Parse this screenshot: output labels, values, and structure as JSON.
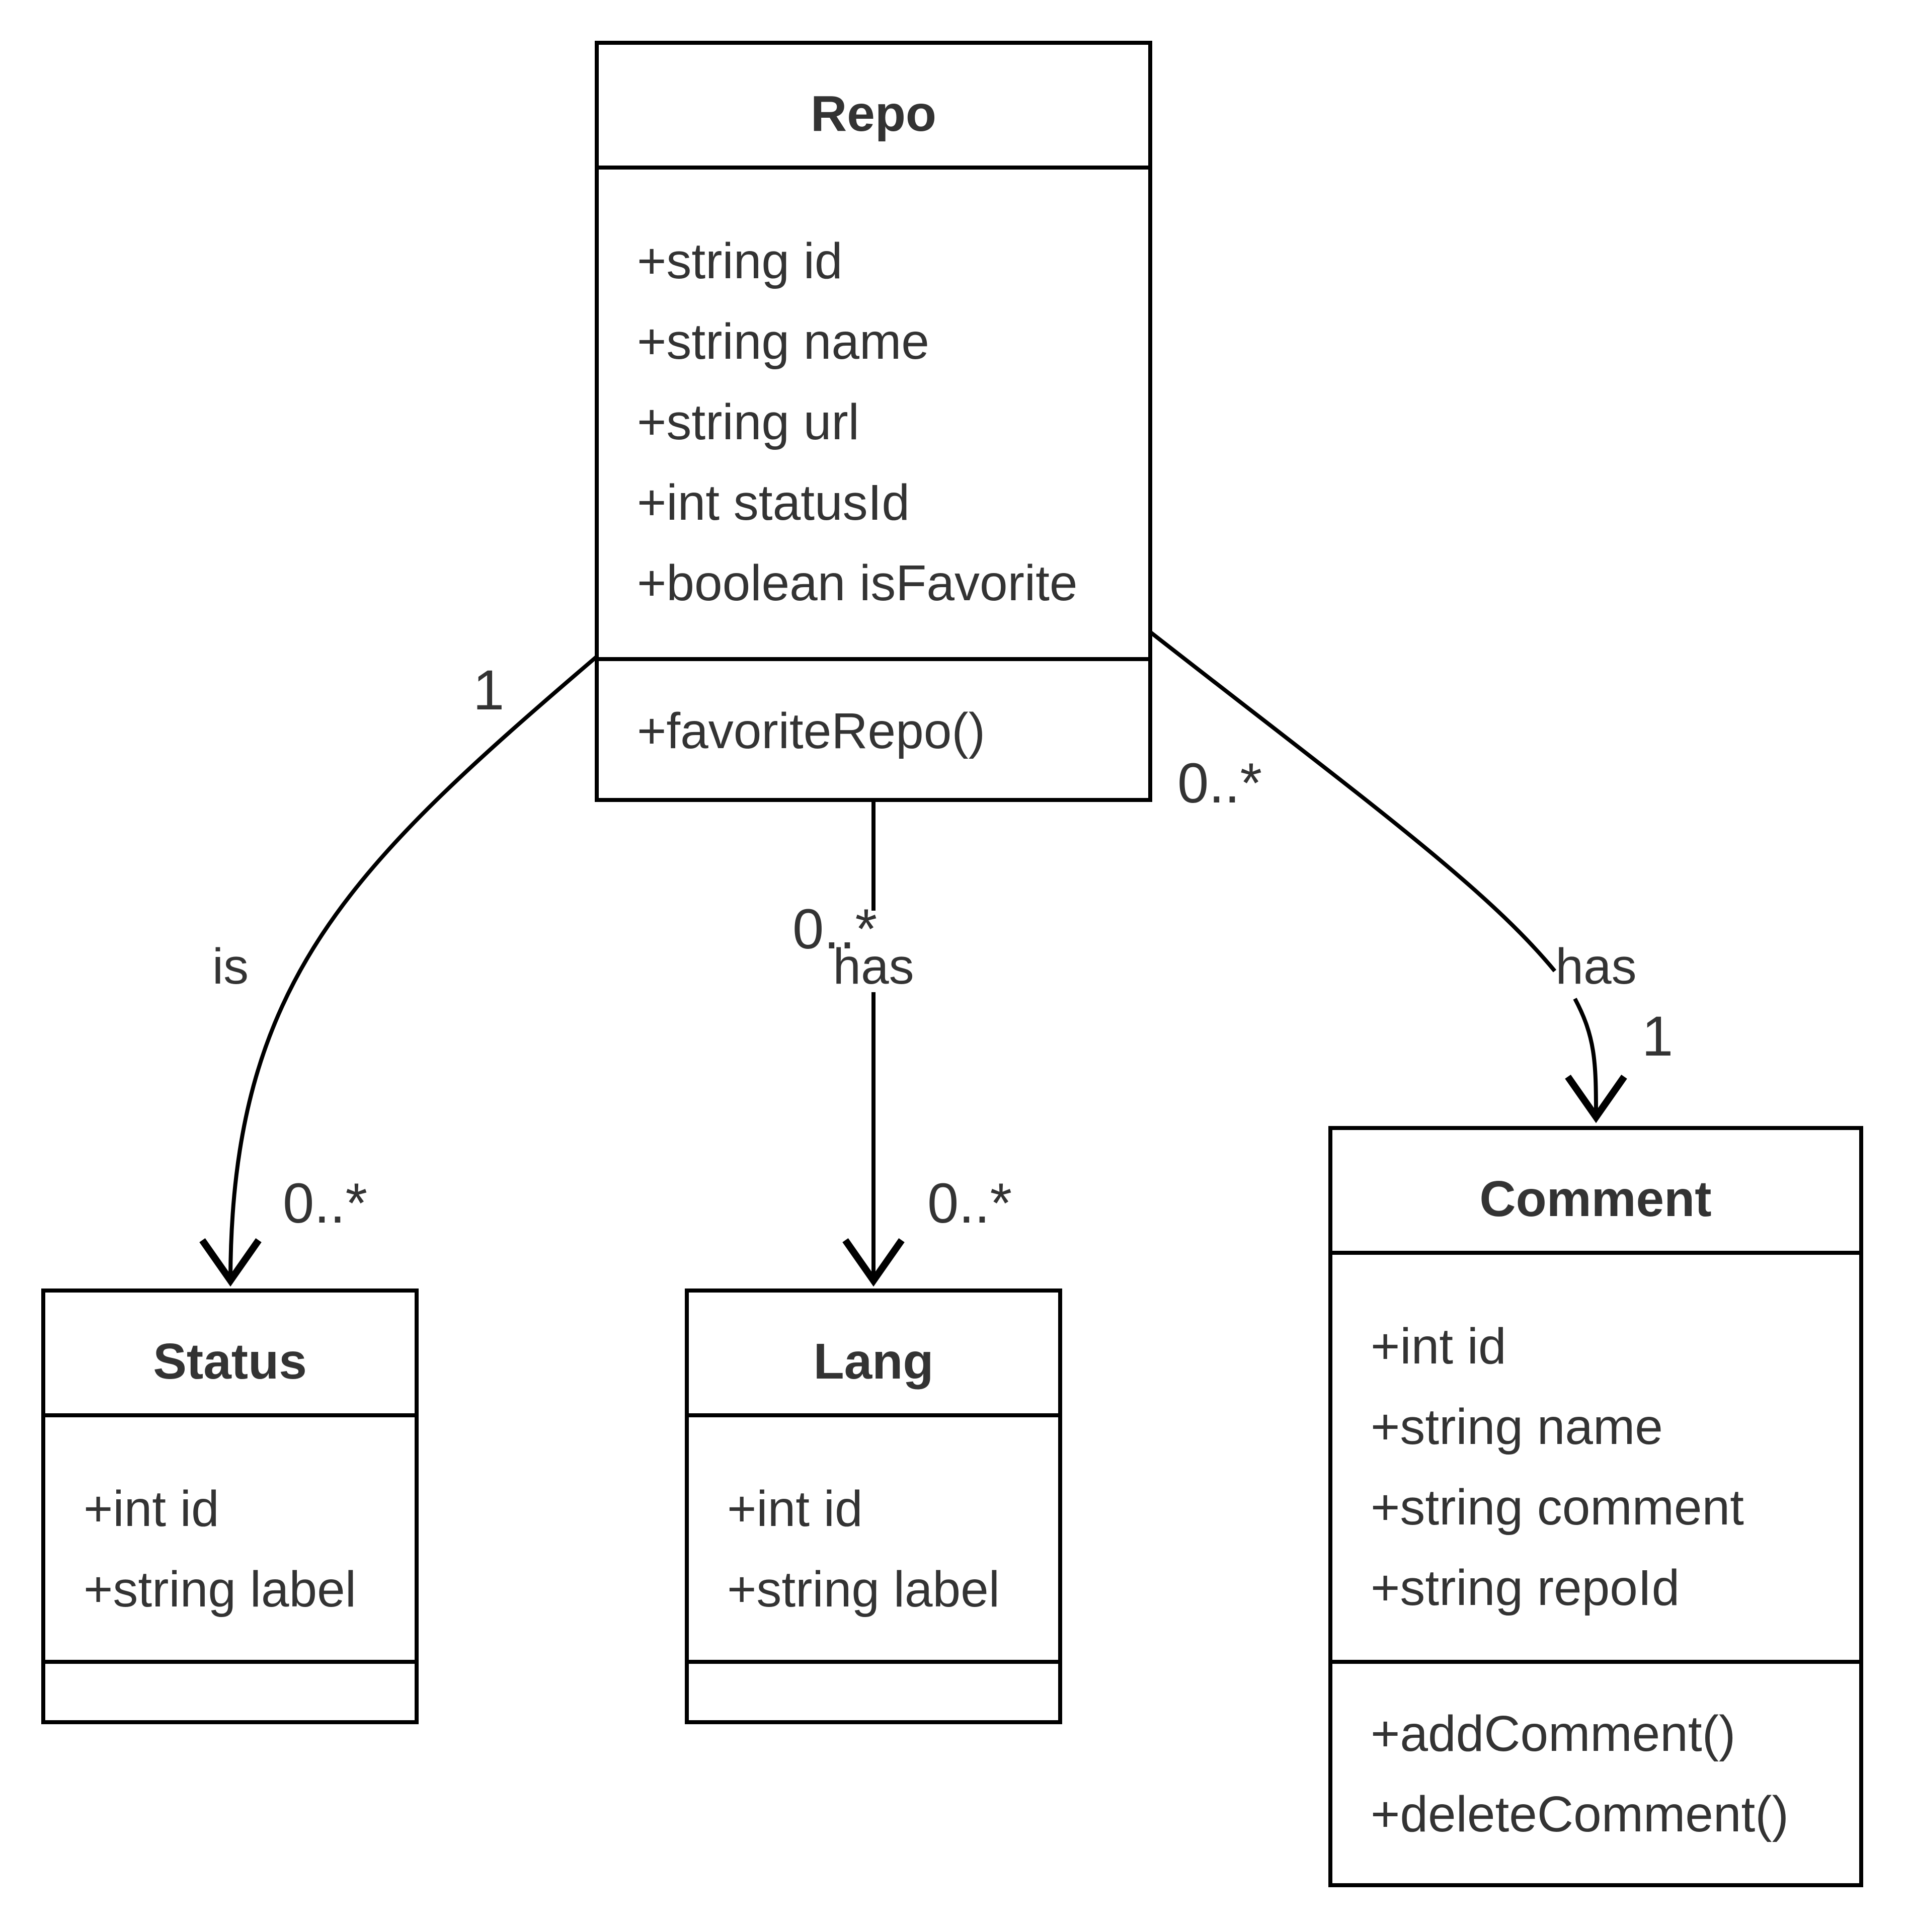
{
  "classes": {
    "repo": {
      "name": "Repo",
      "attributes": [
        "+string id",
        "+string name",
        "+string url",
        "+int statusId",
        "+boolean isFavorite"
      ],
      "methods": [
        "+favoriteRepo()"
      ]
    },
    "status": {
      "name": "Status",
      "attributes": [
        "+int id",
        "+string label"
      ],
      "methods": []
    },
    "lang": {
      "name": "Lang",
      "attributes": [
        "+int id",
        "+string label"
      ],
      "methods": []
    },
    "comment": {
      "name": "Comment",
      "attributes": [
        "+int id",
        "+string name",
        "+string comment",
        "+string repoId"
      ],
      "methods": [
        "+addComment()",
        "+deleteComment()"
      ]
    }
  },
  "relations": {
    "repo_status": {
      "label": "is",
      "source_mult": "1",
      "target_mult": "0..*"
    },
    "repo_lang": {
      "label": "has",
      "source_mult": "0..*",
      "target_mult": "0..*"
    },
    "repo_comment": {
      "label": "has",
      "source_mult": "0..*",
      "target_mult": "1"
    }
  }
}
